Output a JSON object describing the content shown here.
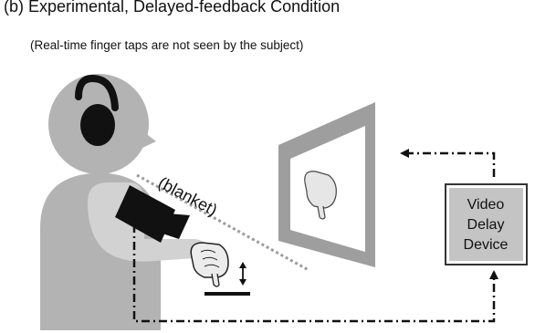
{
  "top_caption_fragment": "(b) Experimental, Delayed-feedback Condition",
  "note": "(Real-time finger taps are  not seen by the subject)",
  "blanket_label": "(blanket)",
  "device": {
    "line1": "Video",
    "line2": "Delay",
    "line3": "Device"
  },
  "colors": {
    "figure_gray": "#b3b3b3",
    "arm_gray": "#d2d2d2",
    "device_fill": "#c4c4c4",
    "dark": "#111111"
  }
}
